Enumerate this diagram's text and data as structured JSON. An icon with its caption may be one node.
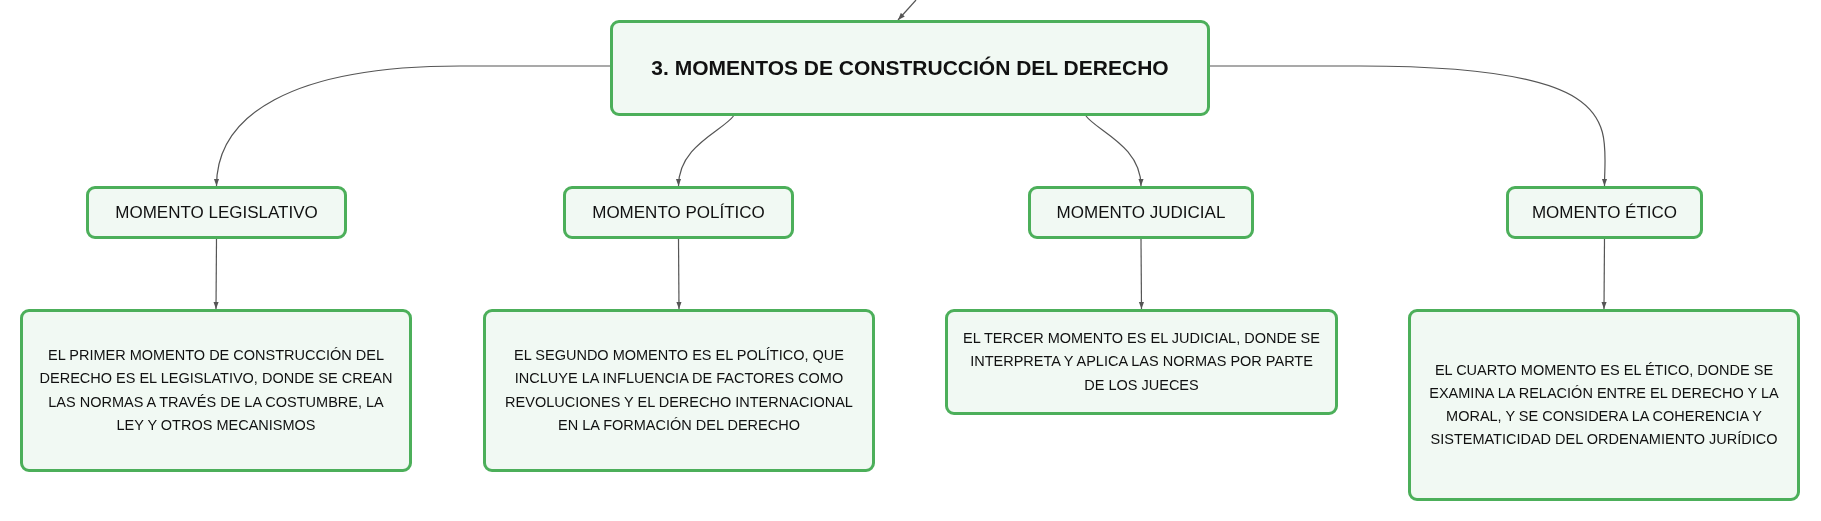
{
  "diagram": {
    "nodes": [
      {
        "text": [
          "3. MOMENTOS DE CONSTRUCCIÓN DEL DERECHO"
        ]
      },
      {
        "text": [
          "MOMENTO LEGISLATIVO"
        ]
      },
      {
        "text": [
          "MOMENTO POLÍTICO"
        ]
      },
      {
        "text": [
          "MOMENTO JUDICIAL"
        ]
      },
      {
        "text": [
          "MOMENTO ÉTICO"
        ]
      },
      {
        "text": [
          "EL PRIMER MOMENTO DE CONSTRUCCIÓN DEL DERECHO ES EL LEGISLATIVO, DONDE SE CREAN LAS NORMAS A TRAVÉS DE LA COSTUMBRE, LA LEY Y OTROS MECANISMOS"
        ]
      },
      {
        "text": [
          "EL SEGUNDO MOMENTO ES EL POLÍTICO, QUE INCLUYE LA INFLUENCIA DE FACTORES COMO REVOLUCIONES Y EL DERECHO INTERNACIONAL EN LA FORMACIÓN DEL DERECHO"
        ]
      },
      {
        "text": [
          "EL TERCER MOMENTO ES EL JUDICIAL, DONDE SE INTERPRETA Y APLICA LAS NORMAS POR PARTE DE LOS JUECES"
        ]
      },
      {
        "text": [
          "EL CUARTO MOMENTO ES EL ÉTICO, DONDE SE EXAMINA LA RELACIÓN ENTRE EL DERECHO Y LA MORAL, Y SE CONSIDERA LA COHERENCIA Y SISTEMATICIDAD DEL ORDENAMIENTO JURÍDICO"
        ]
      }
    ],
    "edges": [
      {
        "from": null,
        "to": 0,
        "arrow": "to"
      },
      {
        "from": 0,
        "to": 1,
        "arrow": "to"
      },
      {
        "from": 0,
        "to": 2,
        "arrow": "to"
      },
      {
        "from": 0,
        "to": 3,
        "arrow": "to"
      },
      {
        "from": 0,
        "to": 4,
        "arrow": "to"
      },
      {
        "from": 1,
        "to": 5,
        "arrow": "to"
      },
      {
        "from": 2,
        "to": 6,
        "arrow": "to"
      },
      {
        "from": 3,
        "to": 7,
        "arrow": "to"
      },
      {
        "from": 4,
        "to": 8,
        "arrow": "to"
      }
    ]
  }
}
